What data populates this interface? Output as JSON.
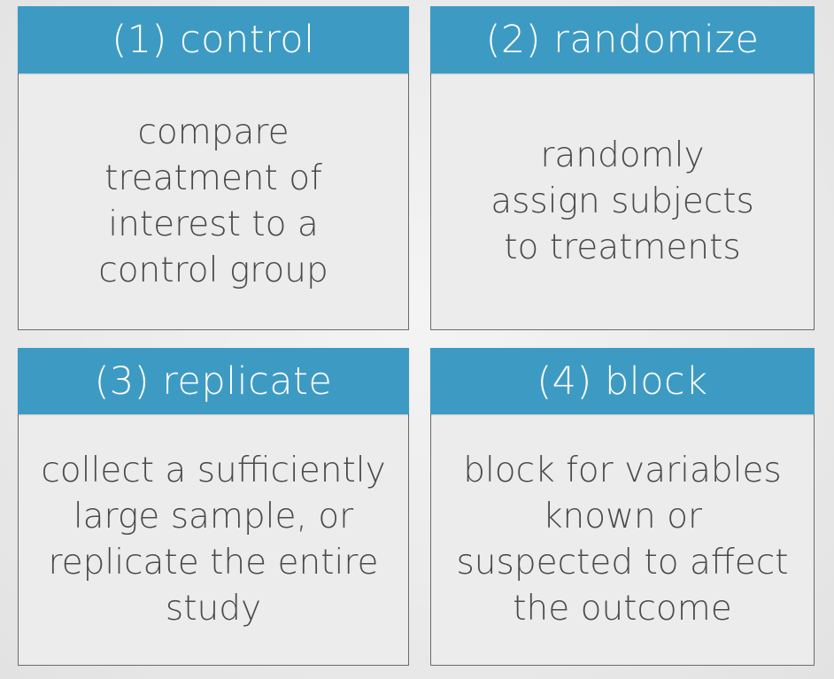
{
  "principles": [
    {
      "title": "(1) control",
      "description": "compare\ntreatment of\ninterest to a\ncontrol group"
    },
    {
      "title": "(2) randomize",
      "description": "randomly\nassign subjects\nto treatments"
    },
    {
      "title": "(3) replicate",
      "description": "collect a sufficiently\nlarge sample, or\nreplicate the entire\nstudy"
    },
    {
      "title": "(4) block",
      "description": "block for variables\nknown or\nsuspected to affect\nthe outcome"
    }
  ],
  "colors": {
    "header_background": "#3d9bc3",
    "header_text": "#ffffff",
    "body_text": "#4a4a4a",
    "border": "#6b6b6b"
  }
}
